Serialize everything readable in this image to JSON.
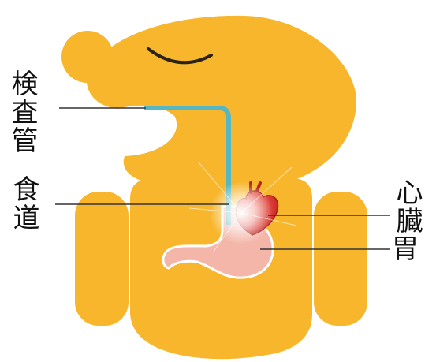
{
  "labels": {
    "scope": "検査管",
    "esophagus": "食道",
    "heart": "心臓",
    "stomach": "胃"
  },
  "colors": {
    "body": "#F7B62C",
    "scope_tube": "#55B7C3",
    "heart": "#D9362F",
    "stomach": "#F4B6A8",
    "leader_line": "#333333"
  }
}
